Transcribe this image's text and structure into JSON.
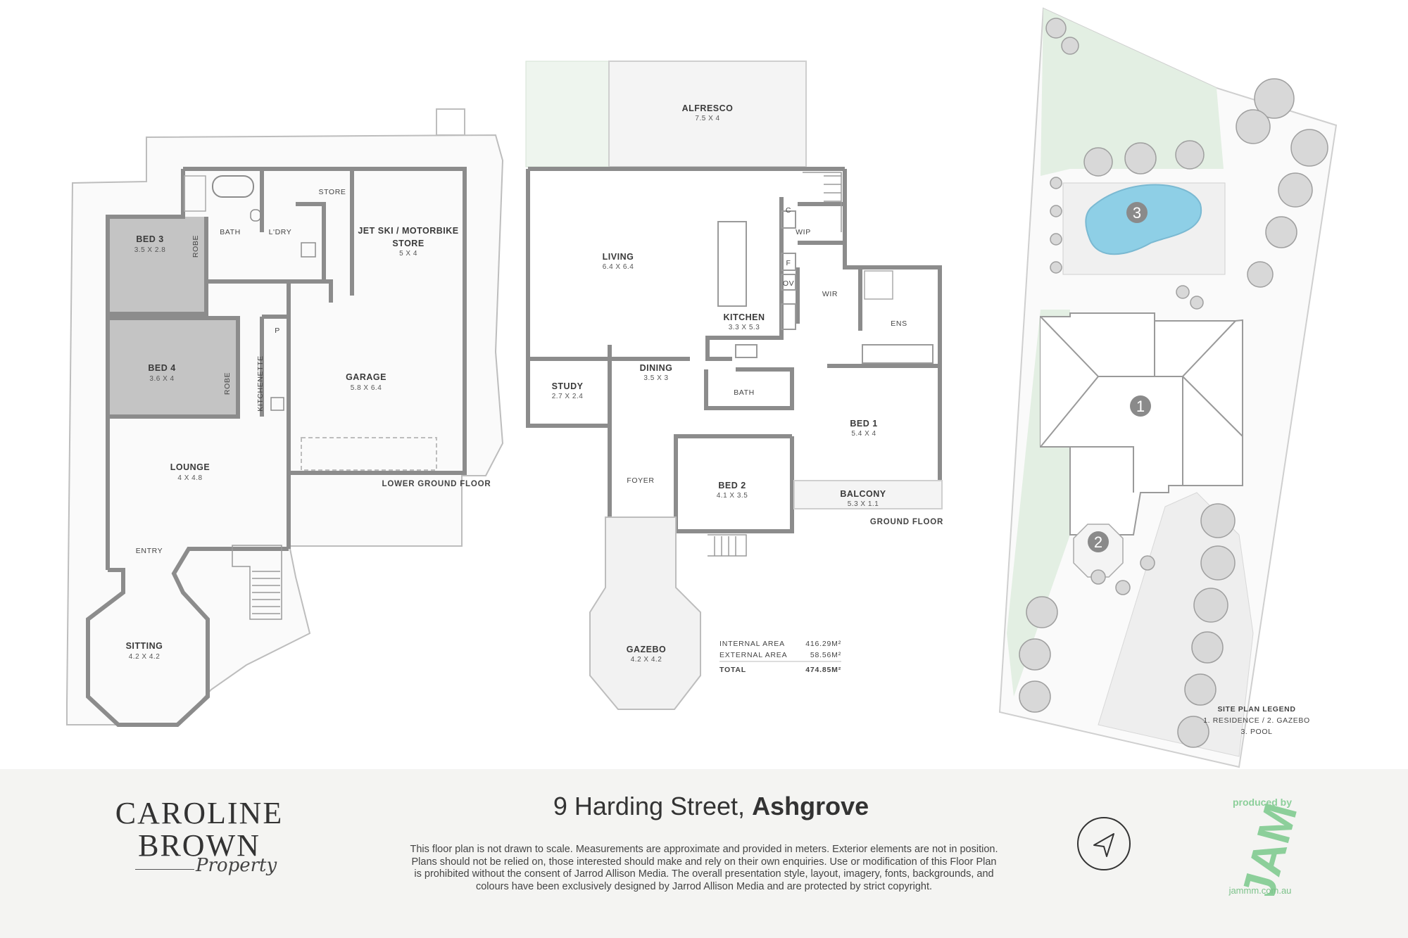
{
  "lower_ground": {
    "floor_label": "LOWER GROUND FLOOR",
    "rooms": {
      "bed3": {
        "name": "BED 3",
        "dims": "3.5 X 2.8"
      },
      "bed4": {
        "name": "BED 4",
        "dims": "3.6 X 4"
      },
      "bath": {
        "name": "BATH"
      },
      "ldry": {
        "name": "L'DRY"
      },
      "store": {
        "name": "STORE"
      },
      "jetski": {
        "name_line1": "JET SKI / MOTORBIKE",
        "name_line2": "STORE",
        "dims": "5 X 4"
      },
      "garage": {
        "name": "GARAGE",
        "dims": "5.8 X 6.4"
      },
      "kitchenette": {
        "name": "KITCHENETTE"
      },
      "pantry": {
        "name": "P"
      },
      "lounge": {
        "name": "LOUNGE",
        "dims": "4 X 4.8"
      },
      "entry": {
        "name": "ENTRY"
      },
      "sitting": {
        "name": "SITTING",
        "dims": "4.2 X 4.2"
      },
      "robe3": {
        "name": "ROBE"
      },
      "robe4": {
        "name": "ROBE"
      }
    }
  },
  "ground": {
    "floor_label": "GROUND FLOOR",
    "rooms": {
      "alfresco": {
        "name": "ALFRESCO",
        "dims": "7.5 X 4"
      },
      "living": {
        "name": "LIVING",
        "dims": "6.4 X 6.4"
      },
      "kitchen": {
        "name": "KITCHEN",
        "dims": "3.3 X 5.3"
      },
      "dining": {
        "name": "DINING",
        "dims": "3.5 X 3"
      },
      "study": {
        "name": "STUDY",
        "dims": "2.7 X 2.4"
      },
      "wip": {
        "name": "WIP"
      },
      "c": {
        "name": "C"
      },
      "f": {
        "name": "F"
      },
      "ov": {
        "name": "OV"
      },
      "wir": {
        "name": "WIR"
      },
      "ens": {
        "name": "ENS"
      },
      "bath": {
        "name": "BATH"
      },
      "bed1": {
        "name": "BED 1",
        "dims": "5.4 X 4"
      },
      "bed2": {
        "name": "BED 2",
        "dims": "4.1 X 3.5"
      },
      "foyer": {
        "name": "FOYER"
      },
      "balcony": {
        "name": "BALCONY",
        "dims": "5.3 X 1.1"
      },
      "gazebo": {
        "name": "GAZEBO",
        "dims": "4.2 X 4.2"
      }
    },
    "areas": [
      {
        "label": "INTERNAL AREA",
        "value": "416.29M²"
      },
      {
        "label": "EXTERNAL AREA",
        "value": "58.56M²"
      },
      {
        "label": "TOTAL",
        "value": "474.85M²"
      }
    ]
  },
  "site_plan": {
    "markers": [
      "1",
      "2",
      "3"
    ],
    "legend_title": "SITE PLAN LEGEND",
    "legend_line1": "1. RESIDENCE / 2. GAZEBO",
    "legend_line2": "3. POOL",
    "colors": {
      "lawn": "#e3efe3",
      "pool": "#8ecfe6",
      "marker": "#8a8a8a"
    }
  },
  "footer": {
    "brand_line1": "CAROLINE",
    "brand_line2": "BROWN",
    "brand_script": "Property",
    "address_street": "9 Harding Street,",
    "address_suburb": "Ashgrove",
    "disclaimer": "This floor plan is not drawn to scale. Measurements are approximate and provided in meters. Exterior elements are not in position. Plans should not be relied on, those interested should make and rely on their own enquiries. Use or modification of this Floor Plan is prohibited without the consent of Jarrod Allison Media. The overall presentation style, layout, imagery, fonts, backgrounds, and colours have been exclusively designed by Jarrod Allison Media and are protected by strict copyright.",
    "producer_top": "produced by",
    "producer_mark": "JAM",
    "producer_url": "jammm.com.au",
    "colors": {
      "producer": "#8ccf9a",
      "background": "#f4f4f2"
    }
  }
}
